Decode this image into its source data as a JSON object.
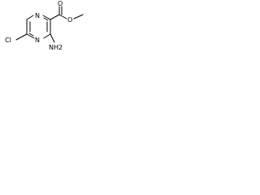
{
  "molecule": {
    "atoms": {
      "amine": "NH2",
      "ring_n_top": "N",
      "ring_n_bottom": "N",
      "chlorine": "Cl",
      "carbonyl_o": "O",
      "ester_o": "O"
    },
    "colors": {
      "line": "#000000",
      "text": "#000000",
      "background": "#ffffff"
    }
  }
}
